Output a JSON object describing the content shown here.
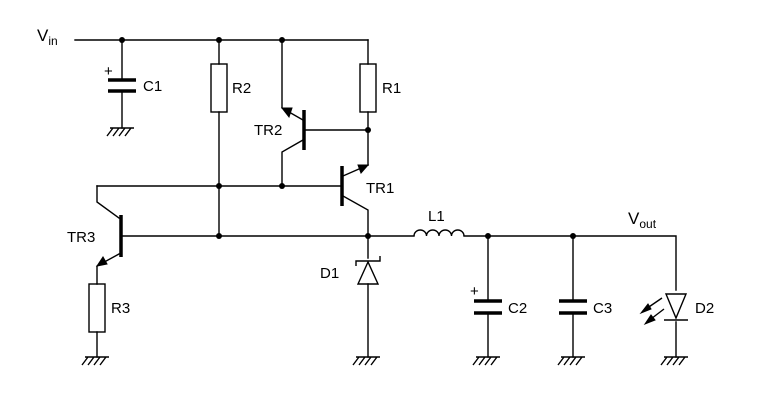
{
  "nets": {
    "vin": {
      "main": "V",
      "sub": "in"
    },
    "vout": {
      "main": "V",
      "sub": "out"
    }
  },
  "labels": {
    "c1": "C1",
    "c2": "C2",
    "c3": "C3",
    "r1": "R1",
    "r2": "R2",
    "r3": "R3",
    "tr1": "TR1",
    "tr2": "TR2",
    "tr3": "TR3",
    "l1": "L1",
    "d1": "D1",
    "d2": "D2",
    "plus": "+"
  }
}
